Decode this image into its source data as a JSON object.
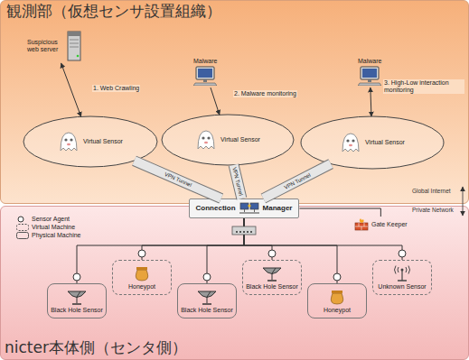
{
  "diagram": {
    "nodes": [
      {
        "text": [
          "観測部（仮想センサ設置組織）"
        ]
      },
      {
        "text": [
          "Suspicious web server"
        ],
        "in": 0
      },
      {
        "text": [
          "Malware"
        ],
        "in": 0
      },
      {
        "text": [
          "Malware"
        ],
        "in": 0
      },
      {
        "text": [
          "Virtual Sensor"
        ],
        "in": 0
      },
      {
        "text": [
          "Virtual Sensor"
        ],
        "in": 0
      },
      {
        "text": [
          "Virtual Sensor"
        ],
        "in": 0
      },
      {
        "text": [
          "nicter本体側（センタ側）"
        ]
      },
      {
        "text": [
          "Connection",
          "Manager"
        ]
      },
      {
        "text": [
          "Gate Keeper"
        ],
        "in": 7
      },
      {
        "text": [
          "Black Hole Sensor"
        ],
        "in": 7
      },
      {
        "text": [
          "Honeypot"
        ],
        "in": 7
      },
      {
        "text": [
          "Black Hole Sensor"
        ],
        "in": 7
      },
      {
        "text": [
          "Black Hole Sensor"
        ],
        "in": 7
      },
      {
        "text": [
          "Honeypot"
        ],
        "in": 7
      },
      {
        "text": [
          "Unknown Sensor"
        ],
        "in": 7
      }
    ],
    "edges": [
      {
        "from": 1,
        "to": 4,
        "label": "1. Web Crawling",
        "arrow": "both"
      },
      {
        "from": 2,
        "to": 5,
        "label": "2. Malware monitoring",
        "arrow": "to"
      },
      {
        "from": 3,
        "to": 6,
        "label": "3. High-Low interaction monitoring",
        "arrow": "both"
      },
      {
        "from": 4,
        "to": 8,
        "label": "VPN Tunnel",
        "arrow": "none"
      },
      {
        "from": 5,
        "to": 8,
        "label": "VPN Tunnel",
        "arrow": "none"
      },
      {
        "from": 6,
        "to": 8,
        "label": "VPN Tunnel",
        "arrow": "none"
      },
      {
        "from": 8,
        "to": 9,
        "arrow": "none"
      },
      {
        "from": 8,
        "to": 10,
        "arrow": "none"
      },
      {
        "from": 8,
        "to": 11,
        "arrow": "none"
      },
      {
        "from": 8,
        "to": 12,
        "arrow": "none"
      },
      {
        "from": 8,
        "to": 13,
        "arrow": "none"
      },
      {
        "from": 8,
        "to": 14,
        "arrow": "none"
      },
      {
        "from": 8,
        "to": 15,
        "arrow": "none"
      }
    ],
    "labels": [
      "Global Internet",
      "Private Network"
    ],
    "legend": [
      {
        "text": "Sensor Agent"
      },
      {
        "text": "Virtual Machine"
      },
      {
        "text": "Physical Machine"
      }
    ]
  }
}
